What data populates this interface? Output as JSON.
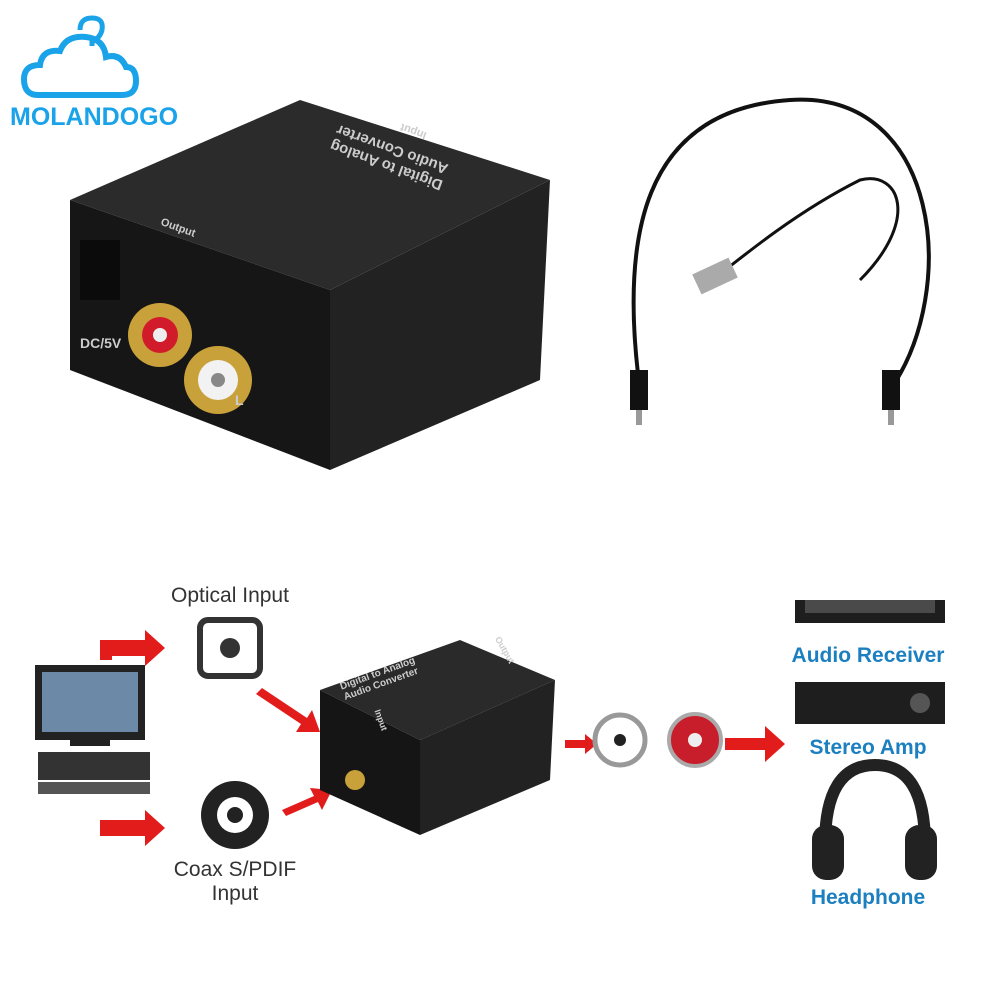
{
  "logo": {
    "text": "MOLANDOGO"
  },
  "product": {
    "top_label_line1": "Digital to Analog",
    "top_label_line2": "Audio Converter",
    "input_label": "Input",
    "output_label": "Output",
    "dc_label": "DC/5V",
    "l_label": "L"
  },
  "diagram": {
    "optical_input": "Optical Input",
    "coax_input_line1": "Coax S/PDIF",
    "coax_input_line2": "Input",
    "device_label_line1": "Digital to Analog",
    "device_label_line2": "Audio Converter",
    "device_input": "Input",
    "device_output": "Output",
    "outputs": [
      "Audio Receiver",
      "Stereo Amp",
      "Headphone"
    ]
  },
  "colors": {
    "logo": "#1aa3e8",
    "arrow": "#e21b1b",
    "output_label": "#1b7fc0"
  }
}
